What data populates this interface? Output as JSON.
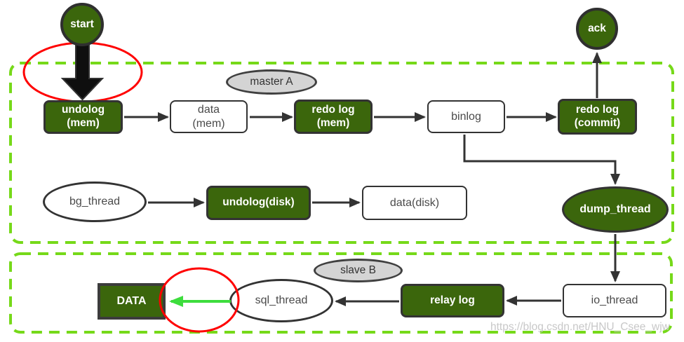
{
  "colors": {
    "node_green": "#3b660c",
    "node_border_dark": "#333333",
    "section_dash_green": "#76d919",
    "highlight_red": "#ff0000",
    "flow_arrow_green": "#3ddd3d",
    "label_fill_gray": "#d4d4d4"
  },
  "sections": {
    "master": {
      "label": "master A"
    },
    "slave": {
      "label": "slave B"
    }
  },
  "nodes": {
    "start": {
      "label": "start"
    },
    "ack": {
      "label": "ack"
    },
    "undolog_mem": {
      "label": "undolog\n(mem)"
    },
    "data_mem": {
      "label": "data\n(mem)"
    },
    "redo_log_mem": {
      "label": "redo log\n(mem)"
    },
    "binlog": {
      "label": "binlog"
    },
    "redo_log_commit": {
      "label": "redo log\n(commit)"
    },
    "bg_thread": {
      "label": "bg_thread"
    },
    "undolog_disk": {
      "label": "undolog(disk)"
    },
    "data_disk": {
      "label": "data(disk)"
    },
    "dump_thread": {
      "label": "dump_thread"
    },
    "data": {
      "label": "DATA"
    },
    "sql_thread": {
      "label": "sql_thread"
    },
    "relay_log": {
      "label": "relay log"
    },
    "io_thread": {
      "label": "io_thread"
    }
  },
  "edges": [
    {
      "from": "start",
      "to": "undolog_mem",
      "style": "thick-black"
    },
    {
      "from": "undolog_mem",
      "to": "data_mem"
    },
    {
      "from": "data_mem",
      "to": "redo_log_mem"
    },
    {
      "from": "redo_log_mem",
      "to": "binlog"
    },
    {
      "from": "binlog",
      "to": "redo_log_commit"
    },
    {
      "from": "redo_log_commit",
      "to": "ack"
    },
    {
      "from": "binlog",
      "to": "dump_thread",
      "style": "elbow"
    },
    {
      "from": "bg_thread",
      "to": "undolog_disk"
    },
    {
      "from": "undolog_disk",
      "to": "data_disk"
    },
    {
      "from": "dump_thread",
      "to": "io_thread"
    },
    {
      "from": "io_thread",
      "to": "relay_log"
    },
    {
      "from": "relay_log",
      "to": "sql_thread"
    },
    {
      "from": "sql_thread",
      "to": "data",
      "style": "green"
    }
  ],
  "highlights": [
    {
      "target": "start-to-undolog-arrow",
      "shape": "red-ellipse"
    },
    {
      "target": "sql-thread-to-data-arrow",
      "shape": "red-ellipse"
    }
  ],
  "watermark": "https://blog.csdn.net/HNU_Csee_wjw"
}
